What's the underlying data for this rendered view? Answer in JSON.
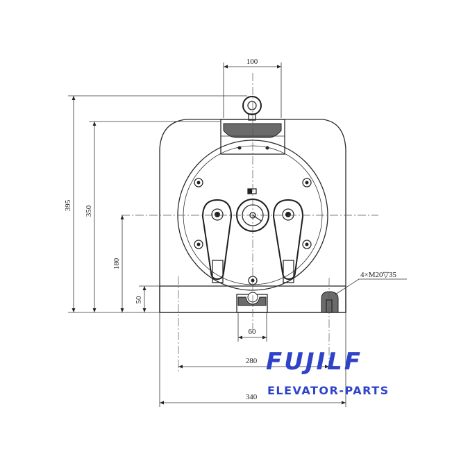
{
  "dimensions": {
    "top_width": "100",
    "total_height": "395",
    "body_height": "350",
    "center_height": "180",
    "base_height": "50",
    "slot_width": "60",
    "hole_spacing": "280",
    "base_width": "340",
    "thread_note": "4×M20▽35"
  },
  "brand": {
    "name": "FUJILF",
    "tagline": "ELEVATOR-PARTS",
    "color": "#2f43c8"
  }
}
